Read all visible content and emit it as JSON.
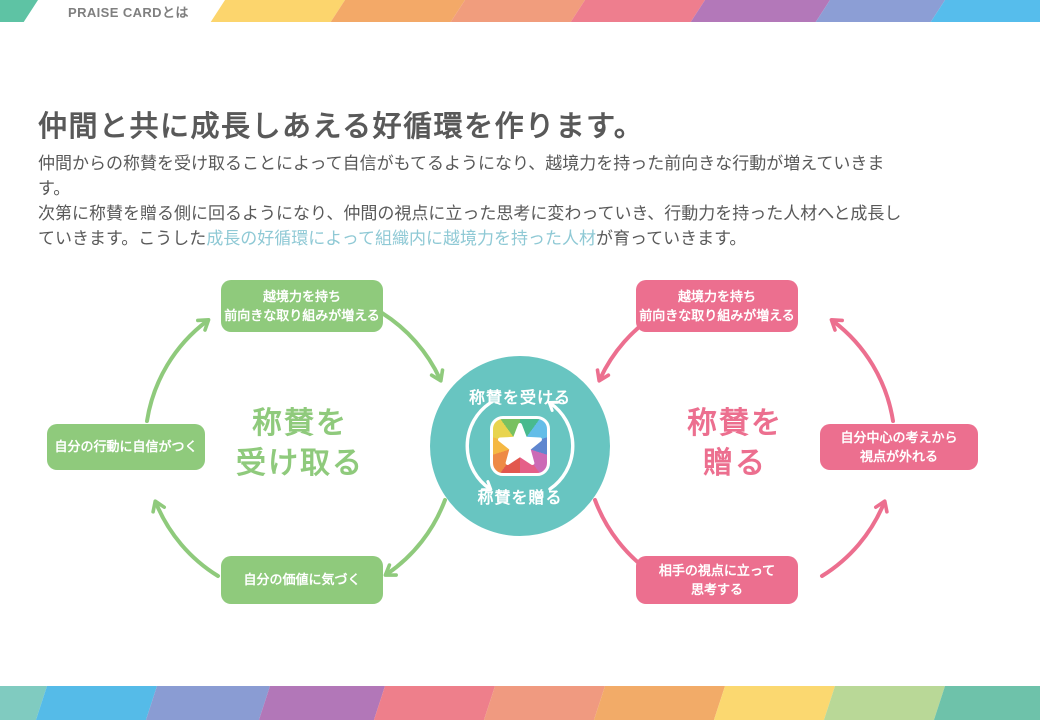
{
  "header": {
    "label": "PRAISE CARDとは"
  },
  "stripes": {
    "top": [
      "#5ec3a4",
      "#fcd56d",
      "#f3a968",
      "#f19d7d",
      "#ee7e8e",
      "#b378b9",
      "#8c9ed5",
      "#56bdec"
    ],
    "bottom": [
      "#80cbc0",
      "#55bbe8",
      "#8a9cd3",
      "#b277b8",
      "#ee7f8b",
      "#f09a80",
      "#f2ab68",
      "#fbd870",
      "#b9d897",
      "#6ec2aa"
    ]
  },
  "intro": {
    "title": "仲間と共に成長しあえる好循環を作ります。",
    "p1": "仲間からの称賛を受け取ることによって自信がもてるようになり、越境力を持った前向きな行動が増えていきま\nす。",
    "p2_pre": "次第に称賛を贈る側に回るようになり、仲間の視点に立った思考に変わっていき、行動力を持った人材へと成長し\nていきます。こうした",
    "p2_highlight": "成長の好循環によって組織内に越境力を持った人材",
    "p2_post": "が育っていきます。"
  },
  "diagram": {
    "left_cycle": {
      "label": "称賛を\n受け取る",
      "top_box": "越境力を持ち\n前向きな取り組みが増える",
      "side_box": "自分の行動に自信がつく",
      "bottom_box": "自分の価値に気づく",
      "color": "#8fca7c"
    },
    "right_cycle": {
      "label": "称賛を\n贈る",
      "top_box": "越境力を持ち\n前向きな取り組みが増える",
      "side_box": "自分中心の考えから\n視点が外れる",
      "bottom_box": "相手の視点に立って\n思考する",
      "color": "#ec6f8f"
    },
    "center": {
      "top_label": "称賛を受ける",
      "bottom_label": "称賛を贈る",
      "star_glyph": "star-icon",
      "circle_color": "#68c5c1"
    }
  },
  "colors": {
    "title_text": "#595959",
    "body_text": "#595959",
    "highlight_text": "#8fc9d5",
    "header_text": "#7f7f7f"
  }
}
